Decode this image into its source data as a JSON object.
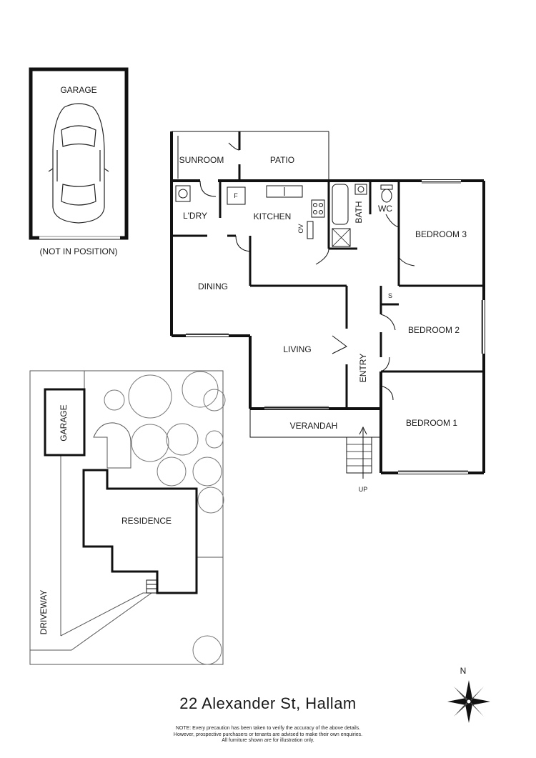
{
  "floorplan": {
    "garage": {
      "label": "GARAGE",
      "note": "(NOT IN POSITION)"
    },
    "rooms": {
      "sunroom": "SUNROOM",
      "patio": "PATIO",
      "laundry": "L'DRY",
      "kitchen": "KITCHEN",
      "fridge": "F",
      "oven": "OV",
      "bath": "BATH",
      "wc": "WC",
      "bedroom3": "BEDROOM 3",
      "dining": "DINING",
      "storage": "S",
      "bedroom2": "BEDROOM 2",
      "living": "LIVING",
      "entry": "ENTRY",
      "verandah": "VERANDAH",
      "bedroom1": "BEDROOM 1",
      "up": "UP"
    }
  },
  "siteplan": {
    "garage": "GARAGE",
    "residence": "RESIDENCE",
    "driveway": "DRIVEWAY"
  },
  "compass": {
    "north": "N"
  },
  "footer": {
    "address": "22 Alexander St, Hallam",
    "note_lines": [
      "NOTE: Every precaution has been taken to verify the accuracy of the above details.",
      "However, prospective purchasers or tenants are advised to make their own enquiries.",
      "All furniture shown are for illustration only."
    ]
  }
}
